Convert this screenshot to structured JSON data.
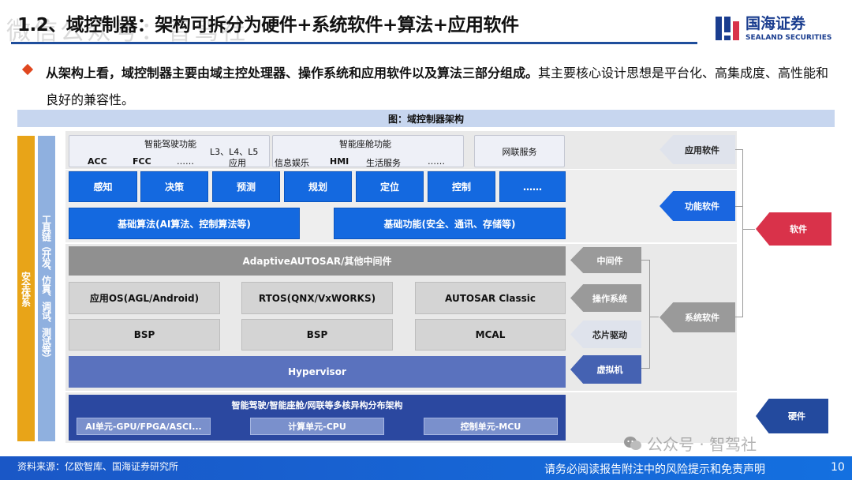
{
  "header": {
    "title": "1.2、域控制器：架构可拆分为硬件+系统软件+算法+应用软件",
    "watermark": "微信公众号：智驾社",
    "logo_name": "国海证券",
    "logo_sub": "SEALAND SECURITIES",
    "brand_color": "#1a3d8f"
  },
  "bullet": {
    "bold_text": "从架构上看，域控制器主要由域主控处理器、操作系统和应用软件以及算法三部分组成。",
    "rest_text": "其主要核心设计思想是平台化、高集成度、高性能和良好的兼容性。"
  },
  "figure": {
    "caption": "图：域控制器架构",
    "left_bars": {
      "security": "安全体系",
      "toolchain": "工具链（开发、仿真、调试、测试等）"
    },
    "application": {
      "ad_title": "智能驾驶功能",
      "ad_items": [
        "ACC",
        "FCC",
        "……",
        "L3、L4、L5",
        "应用"
      ],
      "cockpit_title": "智能座舱功能",
      "cockpit_items": [
        "信息娱乐",
        "HMI",
        "生活服务",
        "……"
      ],
      "net": "网联服务"
    },
    "function": {
      "row1": [
        "感知",
        "决策",
        "预测",
        "规划",
        "定位",
        "控制",
        "……"
      ],
      "algo": "基础算法(AI算法、控制算法等)",
      "basic": "基础功能(安全、通讯、存储等)"
    },
    "system": {
      "middleware": "AdaptiveAUTOSAR/其他中间件",
      "os": [
        "应用OS(AGL/Android)",
        "RTOS(QNX/VxWORKS)",
        "AUTOSAR Classic"
      ],
      "drivers": [
        "BSP",
        "BSP",
        "MCAL"
      ],
      "hypervisor": "Hypervisor"
    },
    "hardware": {
      "title": "智能驾驶/智能座舱/网联等多核异构分布架构",
      "units": [
        "AI单元-GPU/FPGA/ASCI...",
        "计算单元-CPU",
        "控制单元-MCU"
      ]
    },
    "tags": {
      "app_software": "应用软件",
      "func_software": "功能软件",
      "software": "软件",
      "middleware": "中间件",
      "os": "操作系统",
      "chip_driver": "芯片驱动",
      "vm": "虚拟机",
      "sys_software": "系统软件",
      "hardware": "硬件"
    }
  },
  "footer": {
    "source": "资料来源：亿欧智库、国海证券研究所",
    "wechat": "公众号 · 智驾社",
    "disclaimer": "请务必阅读报告附注中的风险提示和免责声明",
    "page": "10"
  }
}
